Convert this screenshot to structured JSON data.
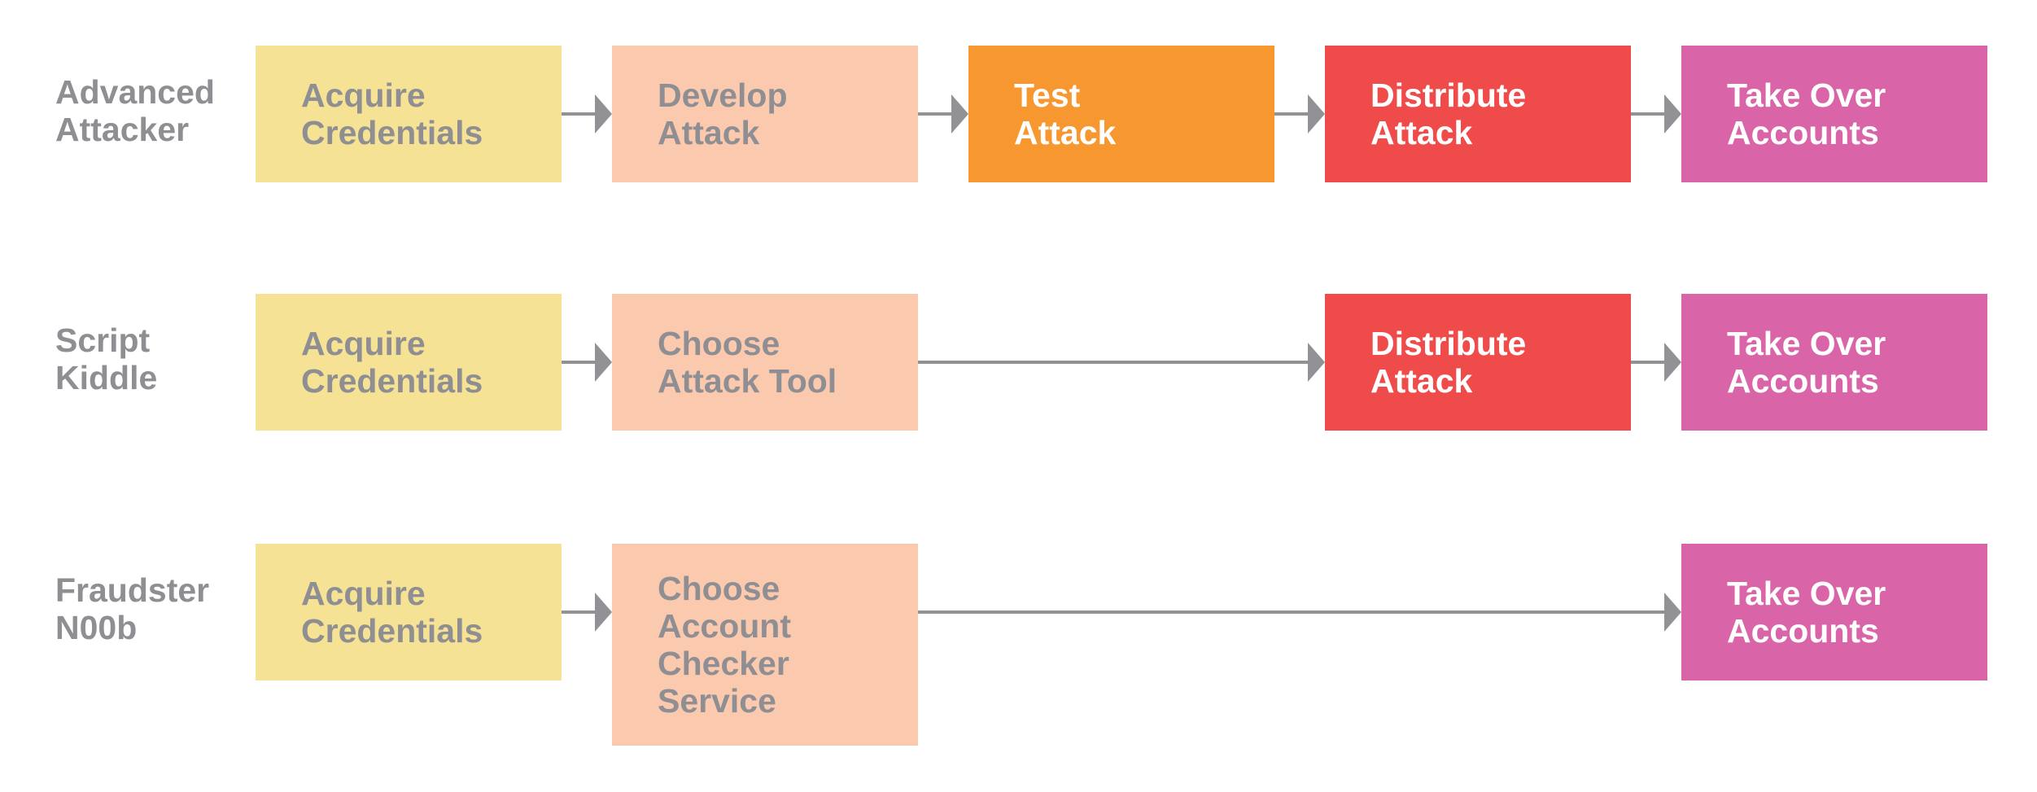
{
  "colors": {
    "acquire": "#f5e294",
    "choose_develop": "#fbc9ae",
    "test": "#f7972f",
    "distribute": "#ef4b4a",
    "takeover": "#d964a8",
    "gray_text": "#8e8e93",
    "white_text": "#ffffff",
    "arrow": "#929296"
  },
  "rows": [
    {
      "label": [
        "Advanced",
        "Attacker"
      ],
      "steps": [
        {
          "lines": [
            "Acquire",
            "Credentials"
          ],
          "color": "acquire",
          "text_color": "gray_text"
        },
        {
          "lines": [
            "Develop",
            "Attack"
          ],
          "color": "choose_develop",
          "text_color": "gray_text"
        },
        {
          "lines": [
            "Test",
            "Attack"
          ],
          "color": "test",
          "text_color": "white_text"
        },
        {
          "lines": [
            "Distribute",
            "Attack"
          ],
          "color": "distribute",
          "text_color": "white_text"
        },
        {
          "lines": [
            "Take Over",
            "Accounts"
          ],
          "color": "takeover",
          "text_color": "white_text"
        }
      ]
    },
    {
      "label": [
        "Script",
        "Kiddle"
      ],
      "steps": [
        {
          "lines": [
            "Acquire",
            "Credentials"
          ],
          "color": "acquire",
          "text_color": "gray_text"
        },
        {
          "lines": [
            "Choose",
            "Attack Tool"
          ],
          "color": "choose_develop",
          "text_color": "gray_text"
        },
        {
          "lines": [
            "Distribute",
            "Attack"
          ],
          "color": "distribute",
          "text_color": "white_text"
        },
        {
          "lines": [
            "Take Over",
            "Accounts"
          ],
          "color": "takeover",
          "text_color": "white_text"
        }
      ]
    },
    {
      "label": [
        "Fraudster",
        "N00b"
      ],
      "steps": [
        {
          "lines": [
            "Acquire",
            "Credentials"
          ],
          "color": "acquire",
          "text_color": "gray_text"
        },
        {
          "lines": [
            "Choose",
            "Account",
            "Checker",
            "Service"
          ],
          "color": "choose_develop",
          "text_color": "gray_text"
        },
        {
          "lines": [
            "Take Over",
            "Accounts"
          ],
          "color": "takeover",
          "text_color": "white_text"
        }
      ]
    }
  ]
}
